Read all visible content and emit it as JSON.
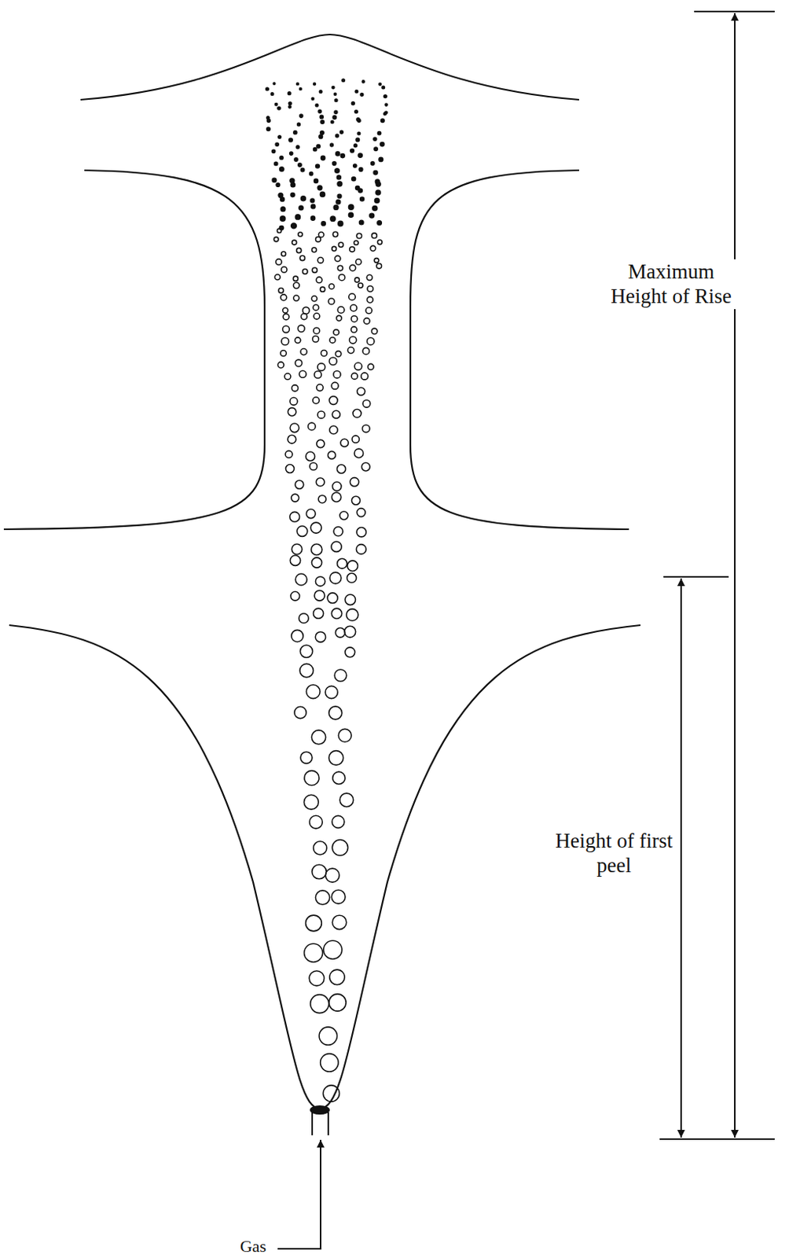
{
  "diagram": {
    "labels": [
      "Maximum Height of Rise",
      "Height of first peel",
      "Gas"
    ]
  }
}
